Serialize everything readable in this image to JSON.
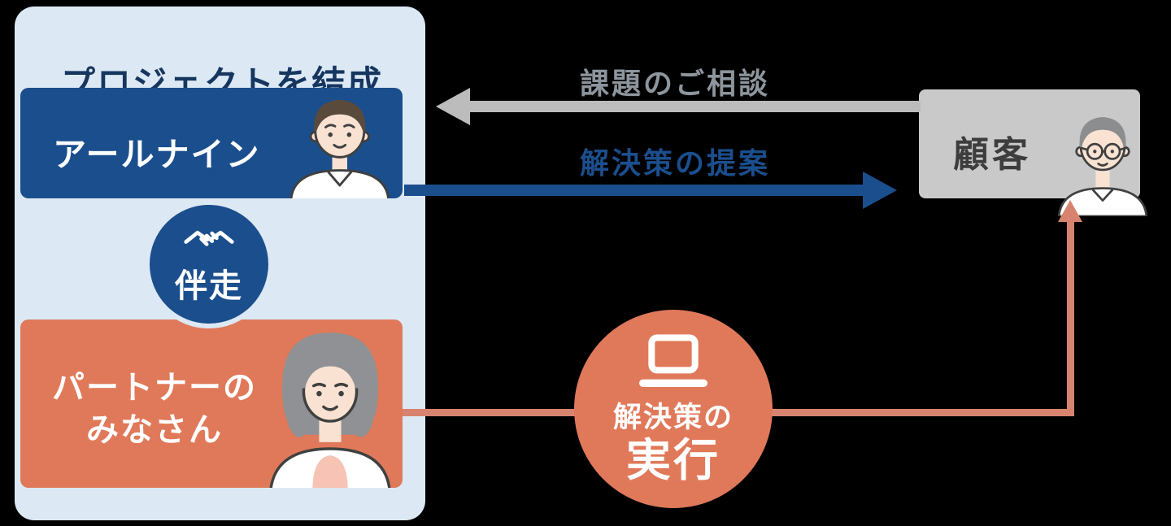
{
  "panel": {
    "title": "プロジェクトを結成",
    "rnine_label": "アールナイン",
    "partner_line1": "パートナーの",
    "partner_line2": "みなさん",
    "bansou_label": "伴走"
  },
  "customer": {
    "label": "顧客"
  },
  "arrows": {
    "consult_label": "課題のご相談",
    "proposal_label": "解決策の提案",
    "execution_line1": "解決策の",
    "execution_line2": "実行"
  },
  "icons": {
    "handshake": "handshake-icon",
    "laptop": "laptop-icon"
  },
  "colors": {
    "panel_bg": "#dce9f5",
    "primary_blue": "#1b4e8d",
    "title_navy": "#17365f",
    "orange": "#e0795a",
    "orange_arrow": "#d8836f",
    "gray_box": "#c9c9c9",
    "gray_arrow": "#bcbcbc",
    "gray_text": "#8d959d",
    "customer_text": "#3d3d3d",
    "background": "#000000"
  }
}
